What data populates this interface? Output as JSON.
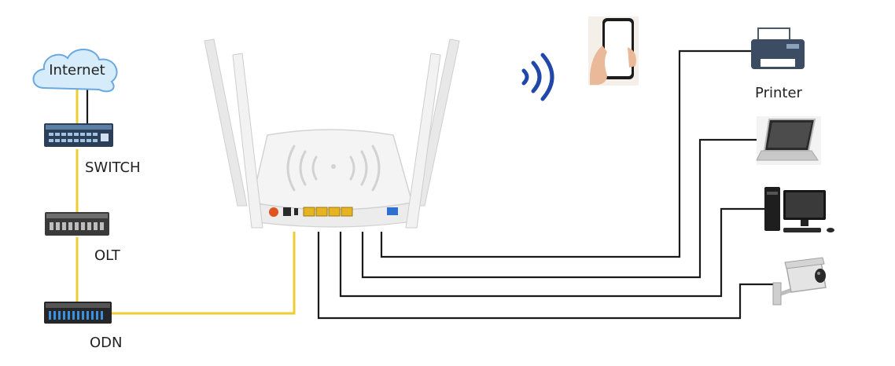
{
  "nodes": {
    "internet": {
      "label": "Internet",
      "icon": "cloud-icon"
    },
    "switch": {
      "label": "SWITCH",
      "icon": "network-switch-icon"
    },
    "olt": {
      "label": "OLT",
      "icon": "olt-device-icon"
    },
    "odn": {
      "label": "ODN",
      "icon": "odn-rack-icon"
    },
    "router": {
      "icon": "wifi-router-icon"
    },
    "phone": {
      "icon": "smartphone-icon"
    },
    "printer": {
      "label": "Printer",
      "icon": "printer-icon"
    },
    "laptop": {
      "icon": "laptop-icon"
    },
    "desktop": {
      "icon": "desktop-computer-icon"
    },
    "camera": {
      "icon": "security-camera-icon"
    }
  },
  "colors": {
    "fiber": "#f0cc32",
    "ethernet": "#1a1a1a",
    "wifi": "#2148a8",
    "cloud_fill": "#d6ecfb",
    "cloud_stroke": "#6aa9e0"
  }
}
